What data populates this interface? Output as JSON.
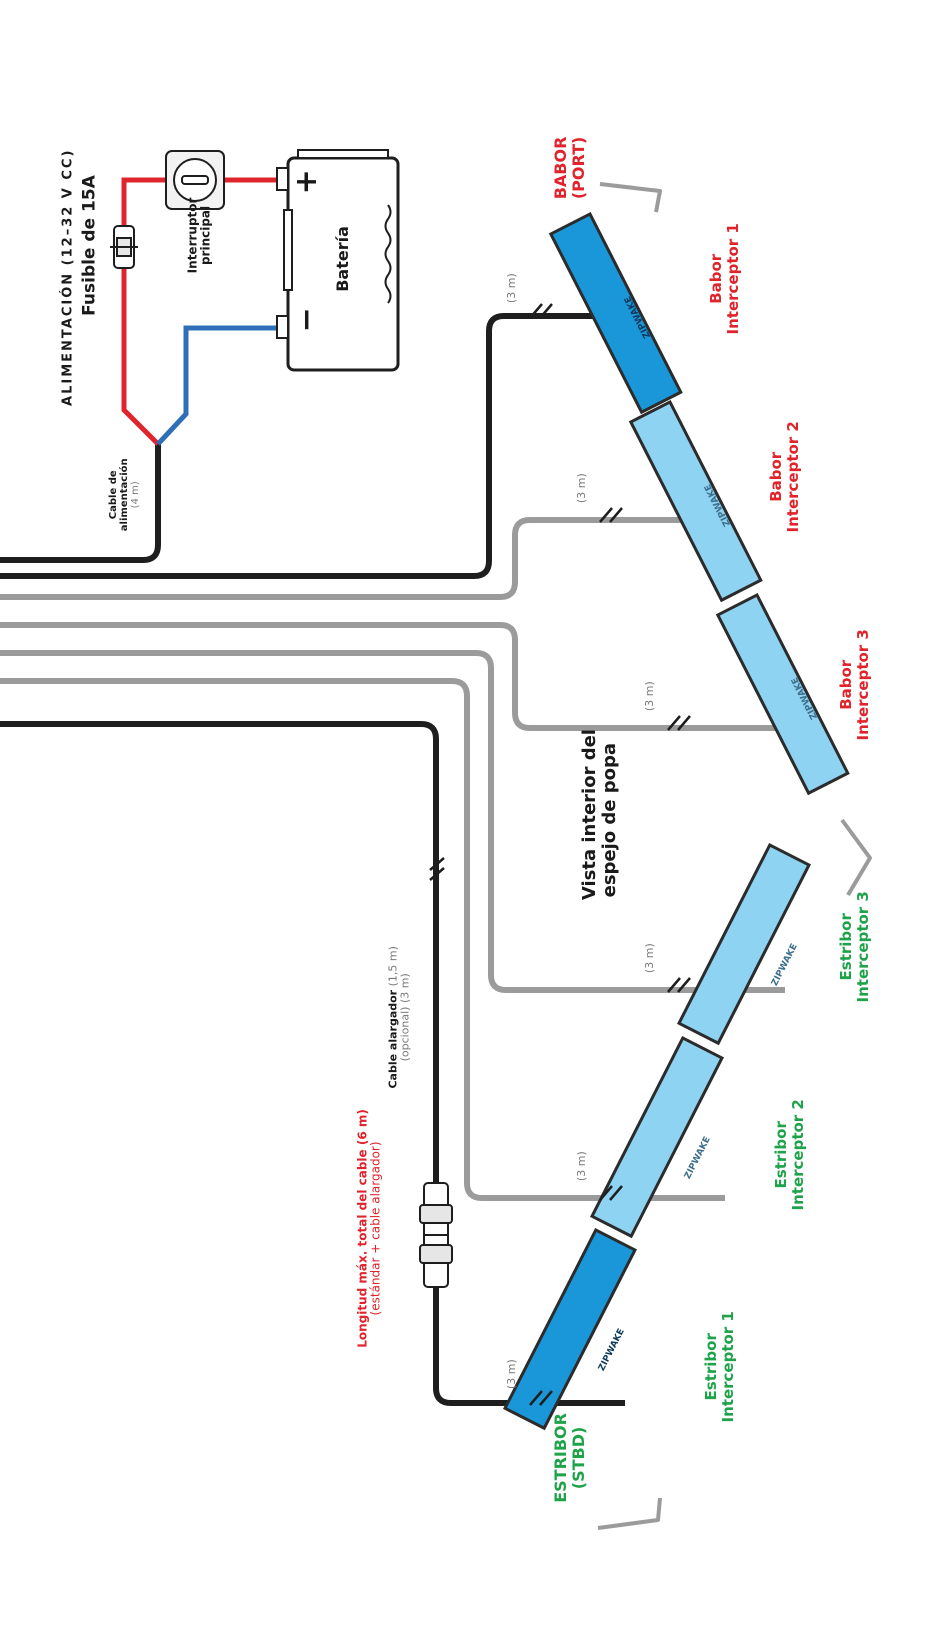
{
  "power": {
    "title": "ALIMENTACIÓN (12–32 V CC)",
    "fuse": "Fusible de 15A",
    "switch_line1": "Interruptor",
    "switch_line2": "principal",
    "battery": "Batería",
    "plus": "+",
    "minus": "−",
    "cable_line1": "Cable de",
    "cable_line2": "alimentación",
    "cable_length": "(4 m)"
  },
  "babor": {
    "side_line1": "BABOR",
    "side_line2": "(PORT)",
    "i1_line1": "Babor",
    "i1_line2": "Interceptor 1",
    "i2_line1": "Babor",
    "i2_line2": "Interceptor 2",
    "i3_line1": "Babor",
    "i3_line2": "Interceptor 3"
  },
  "estribor": {
    "side_line1": "ESTRIBOR",
    "side_line2": "(STBD)",
    "i1_line1": "Estribor",
    "i1_line2": "Interceptor 1",
    "i2_line1": "Estribor",
    "i2_line2": "Interceptor 2",
    "i3_line1": "Estribor",
    "i3_line2": "Interceptor 3"
  },
  "view": {
    "line1": "Vista interior del",
    "line2": "espejo de popa"
  },
  "extension": {
    "title": "Cable alargador",
    "length1": "(1,5 m)",
    "optional": "(opcional)",
    "length2": "(3 m)"
  },
  "max_length": {
    "line1": "Longitud máx. total del cable (6 m)",
    "line2": "(estándar + cable alargador)"
  },
  "cable_len": "(3 m)",
  "brand": "ZIPWAKE",
  "colors": {
    "red_wire": "#e0242c",
    "blue_wire": "#2f6fb8",
    "black_wire": "#1e1e1e",
    "gray_wire": "#9b9b9b",
    "dark_blue_unit": "#1a97d8",
    "light_blue_unit": "#8fd3f3",
    "label_red": "#e0242c",
    "label_green": "#1fa34a"
  }
}
